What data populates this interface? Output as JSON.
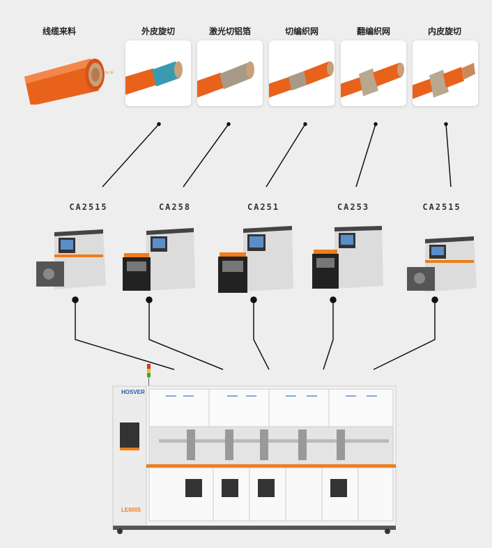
{
  "steps": [
    {
      "label": "线缆来料"
    },
    {
      "label": "外皮旋切"
    },
    {
      "label": "激光切铝箔"
    },
    {
      "label": "切编织网"
    },
    {
      "label": "翻编织网"
    },
    {
      "label": "内皮旋切"
    }
  ],
  "models": [
    "CA2515",
    "CA258",
    "CA251",
    "CA253",
    "CA2515"
  ],
  "line_machine": {
    "brand": "HOSVER",
    "model_plate": "LE0005"
  },
  "colors": {
    "cable_orange": "#e8621c",
    "accent_orange": "#f07d1a",
    "background": "#eeeeee",
    "panel_blue": "#5b8ec8"
  }
}
